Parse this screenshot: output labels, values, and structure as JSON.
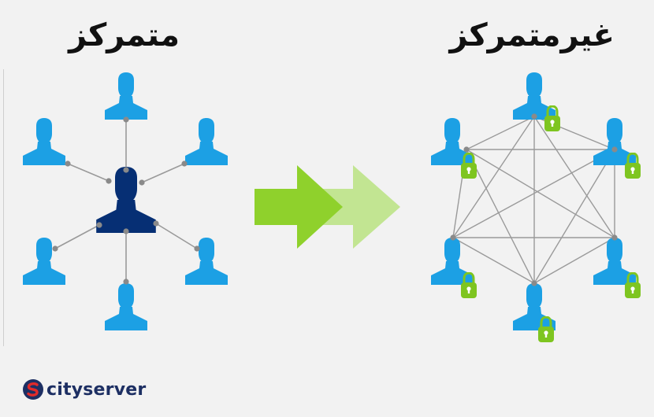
{
  "titles": {
    "centralized": "متمرکز",
    "decentralized": "غیرمتمرکز"
  },
  "logo": {
    "text": "cityserver",
    "icon": "cityserver-logo-icon"
  },
  "colors": {
    "user": "#1ca0e4",
    "central_node": "#062f74",
    "arrow_front": "#8fd12c",
    "arrow_back": "#c2e592",
    "lock": "#7ec520",
    "link": "#9a9a9a",
    "node_dot": "#8a8a8a"
  },
  "icons": [
    "user-icon",
    "lock-icon",
    "arrow-right-icon"
  ]
}
